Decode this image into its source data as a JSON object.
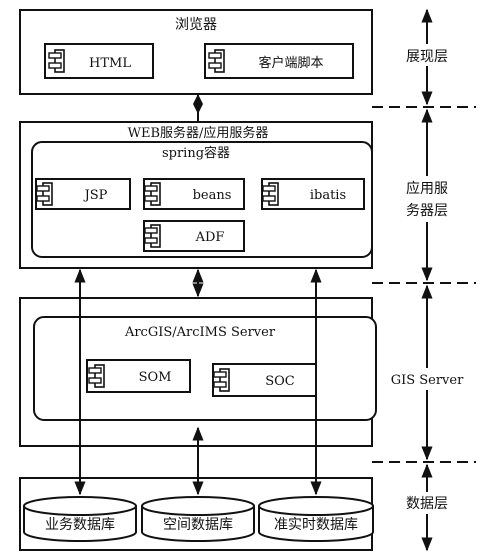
{
  "tiers": {
    "browser": {
      "title": "浏览器",
      "components": [
        "HTML",
        "客户端脚本"
      ],
      "layer_label": "展现层"
    },
    "web": {
      "title": "WEB服务器/应用服务器",
      "container_title": "spring容器",
      "components": [
        "JSP",
        "beans",
        "ibatis",
        "ADF"
      ],
      "layer_label_lines": [
        "应用服",
        "务器层"
      ]
    },
    "gis": {
      "container_title": "ArcGIS/ArcIMS Server",
      "components": [
        "SOM",
        "SOC"
      ],
      "layer_label": "GIS Server"
    },
    "data": {
      "databases": [
        "业务数据库",
        "空间数据库",
        "准实时数据库"
      ],
      "layer_label": "数据层"
    }
  },
  "colors": {
    "line": "#111111",
    "background": "#ffffff"
  },
  "icons": [
    "component-icon",
    "database-icon",
    "diamond-connector-icon",
    "double-arrow-icon"
  ]
}
